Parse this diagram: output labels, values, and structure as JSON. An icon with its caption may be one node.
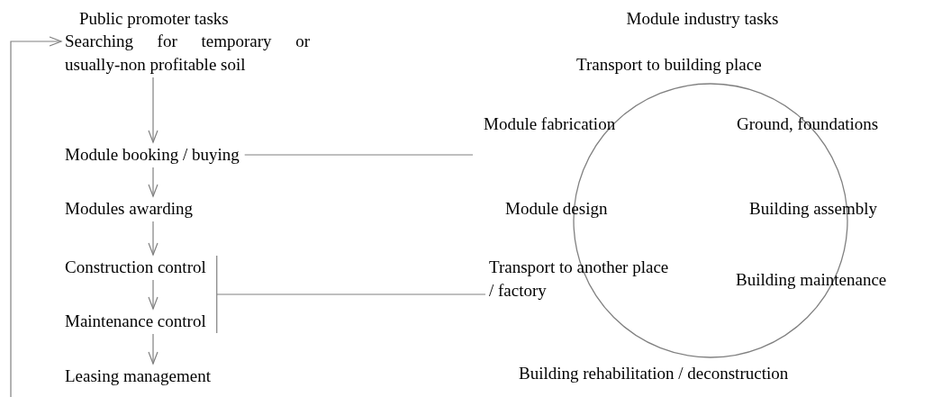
{
  "diagram": {
    "nodes": [
      {
        "text": [
          "Searching for temporary or usually-non profitable soil"
        ]
      },
      {
        "text": [
          "Module booking / buying"
        ]
      },
      {
        "text": [
          "Modules awarding"
        ]
      },
      {
        "text": [
          "Construction control"
        ]
      },
      {
        "text": [
          "Maintenance control"
        ]
      },
      {
        "text": [
          "Leasing management"
        ]
      },
      {
        "text": [],
        "shape": "circle"
      },
      {
        "text": [
          "Transport to building place"
        ]
      },
      {
        "text": [
          "Module fabrication"
        ]
      },
      {
        "text": [
          "Ground, foundations"
        ]
      },
      {
        "text": [
          "Module design"
        ]
      },
      {
        "text": [
          "Building assembly"
        ]
      },
      {
        "text": [
          "Transport to another place / factory"
        ]
      },
      {
        "text": [
          "Building maintenance"
        ]
      },
      {
        "text": [
          "Building rehabilitation / deconstruction"
        ]
      }
    ],
    "edges": [
      {
        "from": null,
        "to": 0,
        "arrow": "to"
      },
      {
        "from": 0,
        "to": 1,
        "arrow": "to"
      },
      {
        "from": 1,
        "to": 2,
        "arrow": "to"
      },
      {
        "from": 2,
        "to": 3,
        "arrow": "to"
      },
      {
        "from": 3,
        "to": 4,
        "arrow": "to"
      },
      {
        "from": 4,
        "to": 5,
        "arrow": "to"
      },
      {
        "from": 1,
        "to": null,
        "arrow": "none"
      },
      {
        "from": 3,
        "to": 12,
        "arrow": "none"
      },
      {
        "from": 4,
        "to": 12,
        "arrow": "none"
      }
    ],
    "labels": [
      "Public promoter tasks",
      "Module industry tasks"
    ]
  }
}
